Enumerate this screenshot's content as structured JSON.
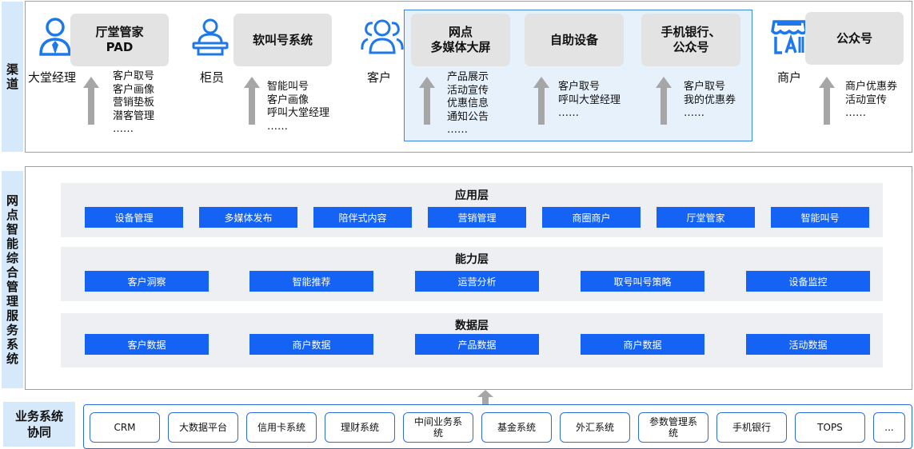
{
  "sections": {
    "channel": "渠道",
    "system": "网点智能综合管理服务系统"
  },
  "channels": {
    "lobby_manager": {
      "label": "大堂经理",
      "box": "厅堂管家\nPAD",
      "items": [
        "客户取号",
        "客户画像",
        "营销垫板",
        "潜客管理",
        "……"
      ]
    },
    "teller": {
      "label": "柜员",
      "box": "软叫号系统",
      "items": [
        "智能叫号",
        "客户画像",
        "呼叫大堂经理",
        "……"
      ]
    },
    "customer": {
      "label": "客户",
      "multimedia": {
        "box": "网点\n多媒体大屏",
        "items": [
          "产品展示",
          "活动宣传",
          "优惠信息",
          "通知公告",
          "……"
        ]
      },
      "self_service": {
        "box": "自助设备",
        "items": [
          "客户取号",
          "呼叫大堂经理",
          "……"
        ]
      },
      "mobile": {
        "box": "手机银行、\n公众号",
        "items": [
          "客户取号",
          "我的优惠券",
          "……"
        ]
      }
    },
    "merchant": {
      "label": "商户",
      "box": "公众号",
      "items": [
        "商户优惠券",
        "活动宣传",
        "……"
      ]
    }
  },
  "layers": {
    "app": {
      "title": "应用层",
      "chips": [
        "设备管理",
        "多媒体发布",
        "陪伴式内容",
        "营销管理",
        "商圈商户",
        "厅堂管家",
        "智能叫号"
      ]
    },
    "capability": {
      "title": "能力层",
      "chips": [
        "客户洞察",
        "智能推荐",
        "运营分析",
        "取号叫号策略",
        "设备监控"
      ]
    },
    "data": {
      "title": "数据层",
      "chips": [
        "客户数据",
        "商户数据",
        "产品数据",
        "商户数据",
        "活动数据"
      ]
    }
  },
  "business": {
    "label_line1": "业务系统",
    "label_line2": "协同",
    "systems": [
      "CRM",
      "大数据平台",
      "信用卡系统",
      "理财系统",
      "中间业务系\n统",
      "基金系统",
      "外汇系统",
      "参数管理系\n统",
      "手机银行",
      "TOPS",
      "..."
    ]
  },
  "colors": {
    "accent_blue": "#1463f5",
    "icon_blue": "#1e78ea",
    "label_bg": "#d6e9fa",
    "layer_bg": "#eeeff2",
    "box_gray": "#e3e3e3",
    "arrow_gray": "#a6a6a6"
  },
  "icons": {
    "lobby_manager": "manager-person-icon",
    "teller": "teller-desk-icon",
    "customer": "customer-group-icon",
    "merchant": "storefront-icon"
  }
}
